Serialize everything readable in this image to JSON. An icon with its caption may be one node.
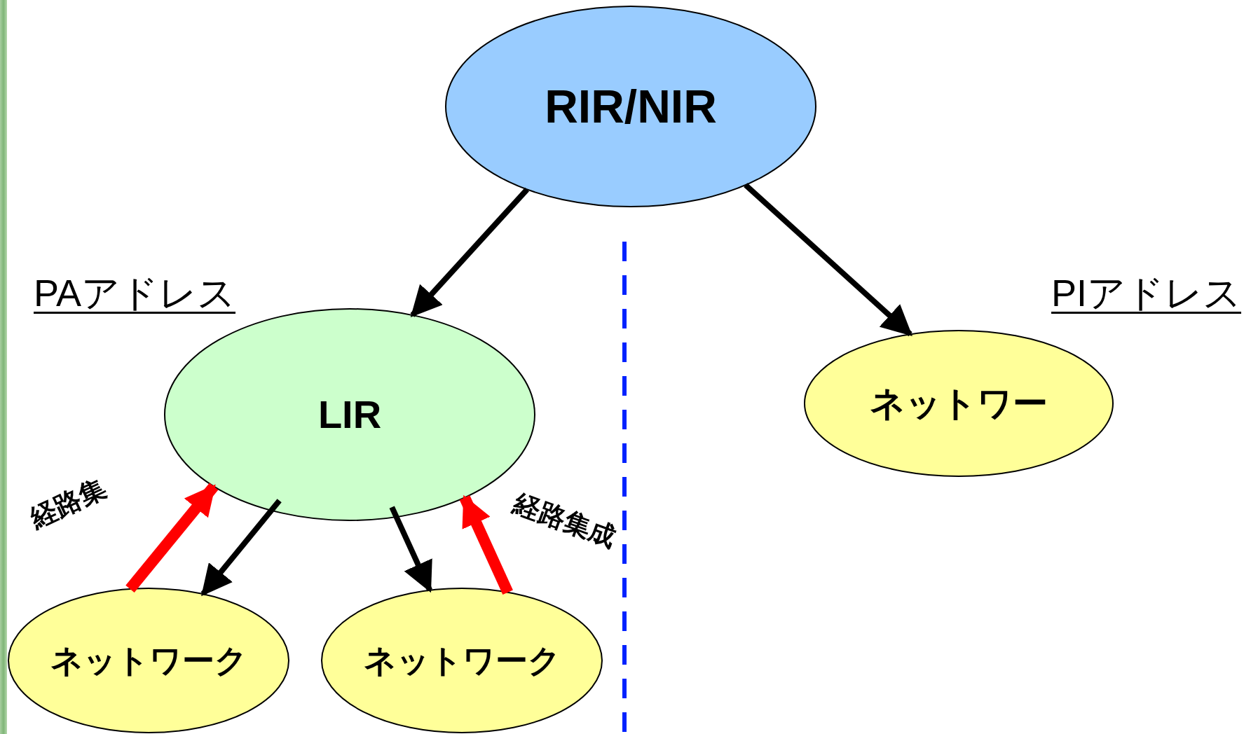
{
  "diagram": {
    "nodes": [
      {
        "text": [
          "RIR/NIR"
        ]
      },
      {
        "text": [
          "LIR"
        ]
      },
      {
        "text": [
          "ネットワーク"
        ]
      },
      {
        "text": [
          "ネットワーク"
        ]
      },
      {
        "text": [
          "ネットワー"
        ]
      }
    ],
    "edges": [
      {
        "from": 0,
        "to": 1,
        "arrow": "to"
      },
      {
        "from": 0,
        "to": 4,
        "arrow": "to"
      },
      {
        "from": 1,
        "to": 2,
        "arrow": "to"
      },
      {
        "from": 1,
        "to": 3,
        "arrow": "to"
      },
      {
        "from": 2,
        "to": 1,
        "arrow": "to",
        "label": "経路集",
        "style": "thick",
        "color": "#ff0000"
      },
      {
        "from": 3,
        "to": 1,
        "arrow": "to",
        "label": "経路集成",
        "style": "thick",
        "color": "#ff0000"
      }
    ],
    "labels": [
      "PAアドレス",
      "PIアドレス"
    ]
  }
}
